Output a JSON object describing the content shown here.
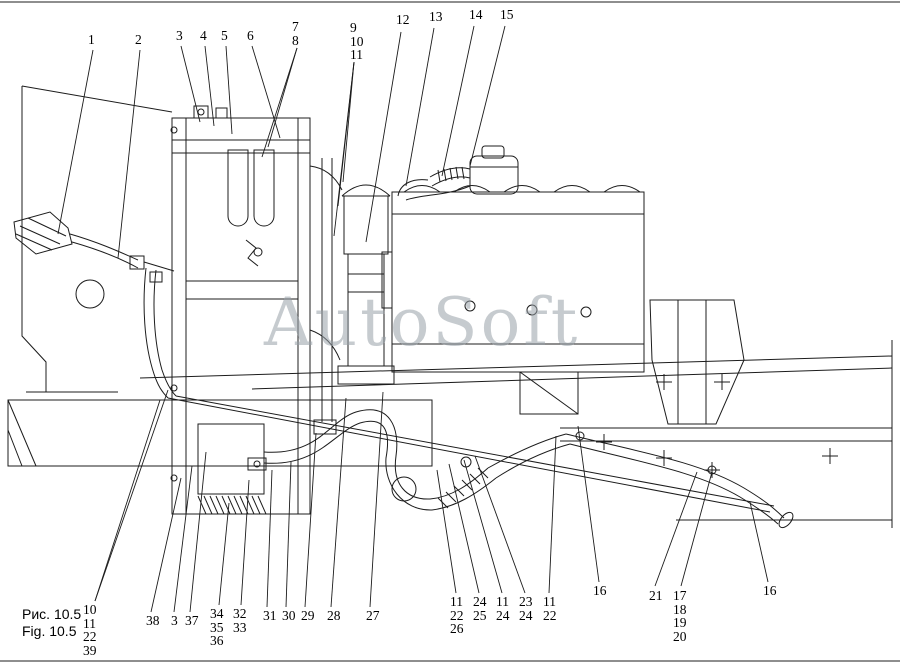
{
  "figure": {
    "watermark": "AutoSoft",
    "caption_line1": "Рис. 10.5",
    "caption_line2": "Fig. 10.5"
  },
  "callouts": {
    "top": [
      {
        "lines": [
          "1"
        ]
      },
      {
        "lines": [
          "2"
        ]
      },
      {
        "lines": [
          "3"
        ]
      },
      {
        "lines": [
          "4"
        ]
      },
      {
        "lines": [
          "5"
        ]
      },
      {
        "lines": [
          "6"
        ]
      },
      {
        "lines": [
          "7",
          "8"
        ]
      },
      {
        "lines": [
          "9",
          "10",
          "11"
        ]
      },
      {
        "lines": [
          "12"
        ]
      },
      {
        "lines": [
          "13"
        ]
      },
      {
        "lines": [
          "14"
        ]
      },
      {
        "lines": [
          "15"
        ]
      }
    ],
    "bottom": [
      {
        "lines": [
          "10",
          "11",
          "22",
          "39"
        ]
      },
      {
        "lines": [
          "38"
        ]
      },
      {
        "lines": [
          "3"
        ]
      },
      {
        "lines": [
          "37"
        ]
      },
      {
        "lines": [
          "34",
          "35",
          "36"
        ]
      },
      {
        "lines": [
          "32",
          "33"
        ]
      },
      {
        "lines": [
          "31"
        ]
      },
      {
        "lines": [
          "30"
        ]
      },
      {
        "lines": [
          "29"
        ]
      },
      {
        "lines": [
          "28"
        ]
      },
      {
        "lines": [
          "27"
        ]
      },
      {
        "lines": [
          "11",
          "22",
          "26"
        ]
      },
      {
        "lines": [
          "24",
          "25"
        ]
      },
      {
        "lines": [
          "11",
          "24"
        ]
      },
      {
        "lines": [
          "23",
          "24"
        ]
      },
      {
        "lines": [
          "11",
          "22"
        ]
      },
      {
        "lines": [
          "16"
        ]
      },
      {
        "lines": [
          "21"
        ]
      },
      {
        "lines": [
          "17",
          "18",
          "19",
          "20"
        ]
      },
      {
        "lines": [
          "16"
        ]
      }
    ]
  }
}
